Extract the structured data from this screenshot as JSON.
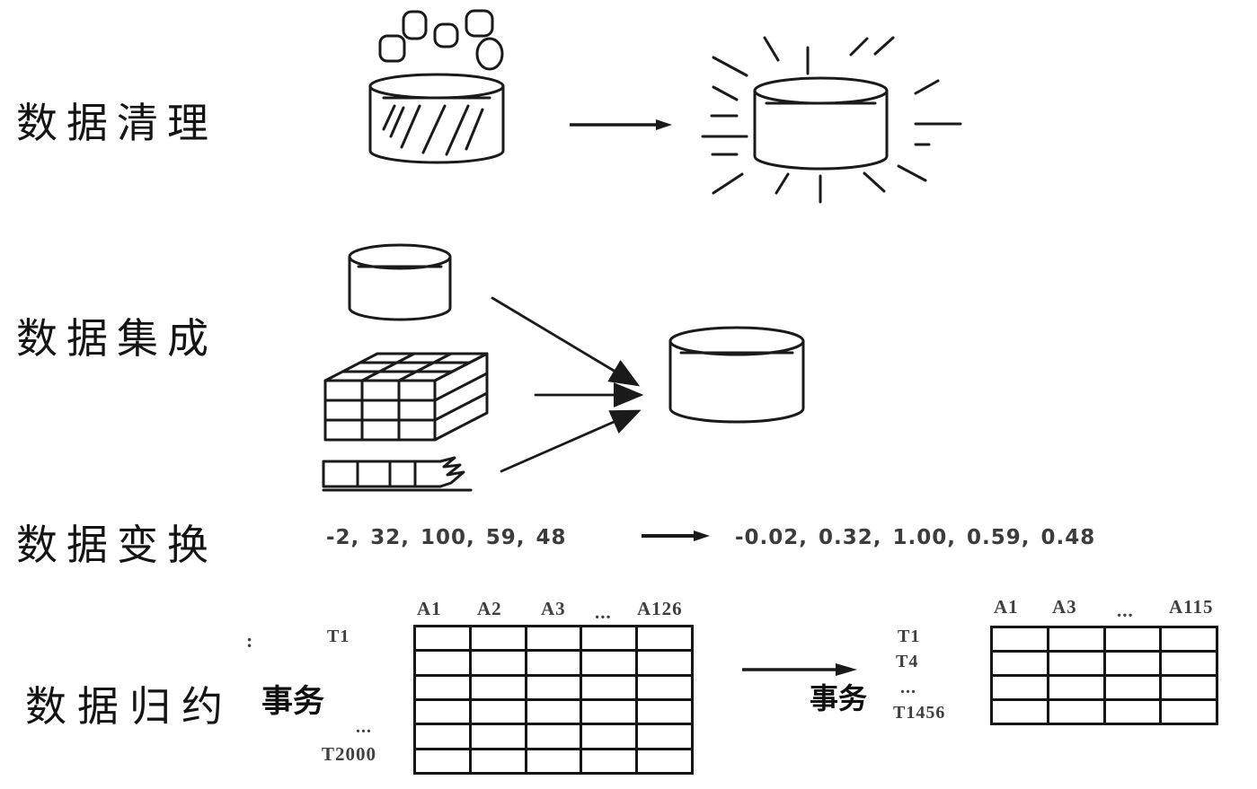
{
  "page": {
    "background": "#ffffff",
    "ink_color": "#1a1a1a",
    "label_color": "#141414",
    "table_text_color": "#3f3f3f"
  },
  "icons": [
    "dirty-database-icon",
    "noise-bubbles-icon",
    "arrow-right-icon",
    "clean-shining-database-icon",
    "database-icon",
    "data-cube-icon",
    "flat-file-icon",
    "merge-arrows-icon",
    "merged-database-icon",
    "reduced-table-icon"
  ],
  "rows": {
    "cleaning": {
      "label": "数据清理"
    },
    "integration": {
      "label": "数据集成"
    },
    "transformation": {
      "label": "数据变换",
      "before": "-2, 32, 100, 59, 48",
      "after": "-0.02, 0.32, 1.00, 0.59, 0.48"
    },
    "reduction": {
      "label": "数据归约",
      "left_table": {
        "axis_label": "事务",
        "side_mark": ":",
        "column_headers": [
          "A1",
          "A2",
          "A3",
          "...",
          "A126"
        ],
        "row_labels": [
          "T1",
          "...",
          "T2000"
        ],
        "columns": 5,
        "rows": 6
      },
      "right_table": {
        "axis_label": "事务",
        "column_headers": [
          "A1",
          "A3",
          "...",
          "A115"
        ],
        "row_labels": [
          "T1",
          "T4",
          "...",
          "T1456"
        ],
        "columns": 4,
        "rows": 4
      }
    }
  }
}
